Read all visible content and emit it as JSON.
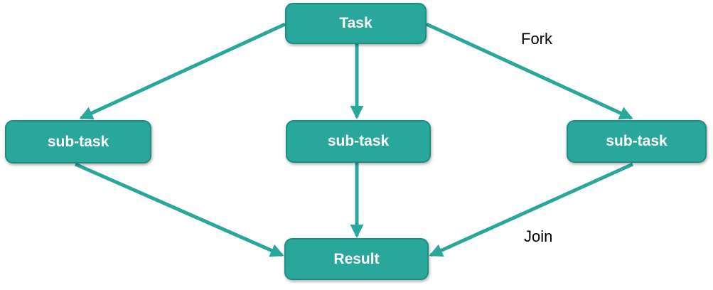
{
  "diagram": {
    "type": "flowchart",
    "pattern": "fork-join",
    "nodes": [
      {
        "id": "task",
        "label": "Task"
      },
      {
        "id": "subtask-1",
        "label": "sub-task"
      },
      {
        "id": "subtask-2",
        "label": "sub-task"
      },
      {
        "id": "subtask-3",
        "label": "sub-task"
      },
      {
        "id": "result",
        "label": "Result"
      }
    ],
    "edges": [
      {
        "from": "task",
        "to": "subtask-1",
        "label": ""
      },
      {
        "from": "task",
        "to": "subtask-2",
        "label": ""
      },
      {
        "from": "task",
        "to": "subtask-3",
        "label": "Fork"
      },
      {
        "from": "subtask-1",
        "to": "result",
        "label": ""
      },
      {
        "from": "subtask-2",
        "to": "result",
        "label": ""
      },
      {
        "from": "subtask-3",
        "to": "result",
        "label": "Join"
      }
    ],
    "colors": {
      "node_fill": "#2aa79b",
      "node_border": "#1e8e84",
      "node_text": "#ffffff",
      "arrow": "#2aa79b",
      "edge_label_text": "#000000",
      "background": "#ffffff"
    }
  }
}
